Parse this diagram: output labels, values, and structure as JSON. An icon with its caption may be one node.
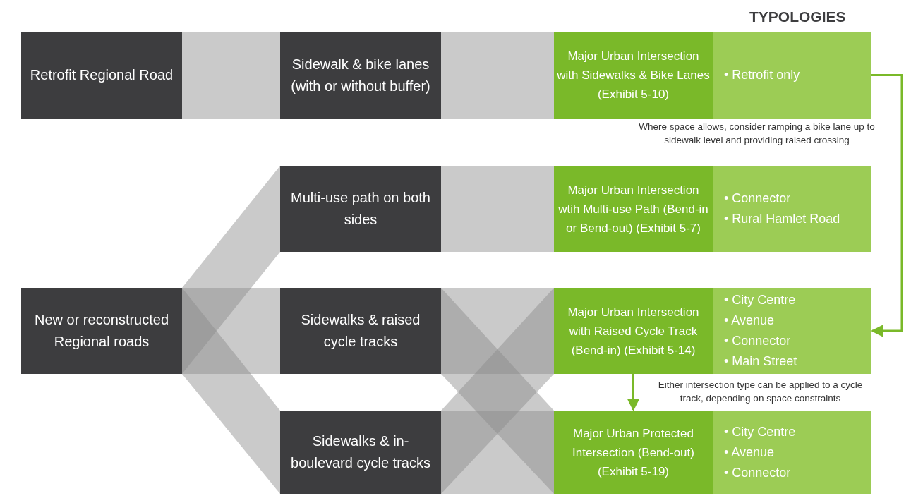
{
  "diagram": {
    "nodes": [
      {
        "text": [
          "Retrofit Regional Road"
        ]
      },
      {
        "text": [
          "Sidewalk & bike lanes (with or without buffer)"
        ]
      },
      {
        "text": [
          "Major Urban Intersection with Sidewalks & Bike Lanes (Exhibit 5-10)"
        ]
      },
      {
        "text": [
          "• Retrofit only"
        ]
      },
      {
        "text": [
          "Multi-use path on both sides"
        ]
      },
      {
        "text": [
          "Major Urban Intersection wtih Multi-use Path (Bend-in or Bend-out) (Exhibit 5-7)"
        ]
      },
      {
        "text": [
          "• Connector",
          "• Rural Hamlet Road"
        ]
      },
      {
        "text": [
          "New or reconstructed Regional roads"
        ]
      },
      {
        "text": [
          "Sidewalks & raised cycle tracks"
        ]
      },
      {
        "text": [
          "Major Urban Intersection with Raised Cycle Track (Bend-in) (Exhibit 5-14)"
        ]
      },
      {
        "text": [
          "• City Centre",
          "• Avenue",
          "• Connector",
          "• Main Street"
        ]
      },
      {
        "text": [
          "Sidewalks & in-boulevard cycle tracks"
        ]
      },
      {
        "text": [
          "Major Urban Protected Intersection (Bend-out) (Exhibit 5-19)"
        ]
      },
      {
        "text": [
          "• City Centre",
          "• Avenue",
          "• Connector"
        ]
      }
    ],
    "edges": [
      {
        "from": 0,
        "to": 1,
        "arrow": "none"
      },
      {
        "from": 1,
        "to": 2,
        "arrow": "none"
      },
      {
        "from": 7,
        "to": 4,
        "arrow": "none"
      },
      {
        "from": 7,
        "to": 8,
        "arrow": "none"
      },
      {
        "from": 7,
        "to": 11,
        "arrow": "none"
      },
      {
        "from": 4,
        "to": 5,
        "arrow": "none"
      },
      {
        "from": 8,
        "to": 9,
        "arrow": "none"
      },
      {
        "from": 8,
        "to": 12,
        "arrow": "none"
      },
      {
        "from": 11,
        "to": 9,
        "arrow": "none"
      },
      {
        "from": 11,
        "to": 12,
        "arrow": "none"
      },
      {
        "from": 3,
        "to": 10,
        "arrow": "to",
        "color": "#7ab929",
        "label": "Where space allows, consider ramping a bike lane up to sidewalk level and providing raised crossing"
      },
      {
        "from": 9,
        "to": 12,
        "arrow": "to",
        "color": "#7ab929",
        "label": "Either intersection type can be applied to a cycle track, depending on space constraints"
      }
    ],
    "labels": [
      "TYPOLOGIES"
    ]
  }
}
